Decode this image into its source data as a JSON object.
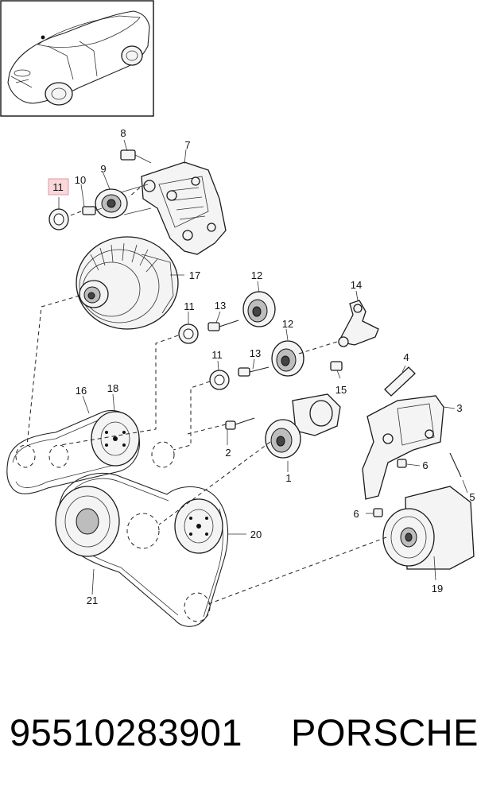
{
  "callouts": {
    "c1": "1",
    "c2": "2",
    "c3": "3",
    "c4": "4",
    "c5": "5",
    "c6a": "6",
    "c6b": "6",
    "c7": "7",
    "c8": "8",
    "c9": "9",
    "c10": "10",
    "c11a": "11",
    "c11b": "11",
    "c11c": "11",
    "c12a": "12",
    "c12b": "12",
    "c13a": "13",
    "c13b": "13",
    "c14": "14",
    "c15": "15",
    "c16": "16",
    "c17": "17",
    "c18": "18",
    "c19": "19",
    "c20": "20",
    "c21": "21"
  },
  "highlighted_callout": "11",
  "colors": {
    "highlight_fill": "#f9d7da",
    "highlight_stroke": "#e39aa3",
    "line": "#222222"
  },
  "footer": {
    "part_number": "95510283901",
    "brand": "PORSCHE"
  }
}
